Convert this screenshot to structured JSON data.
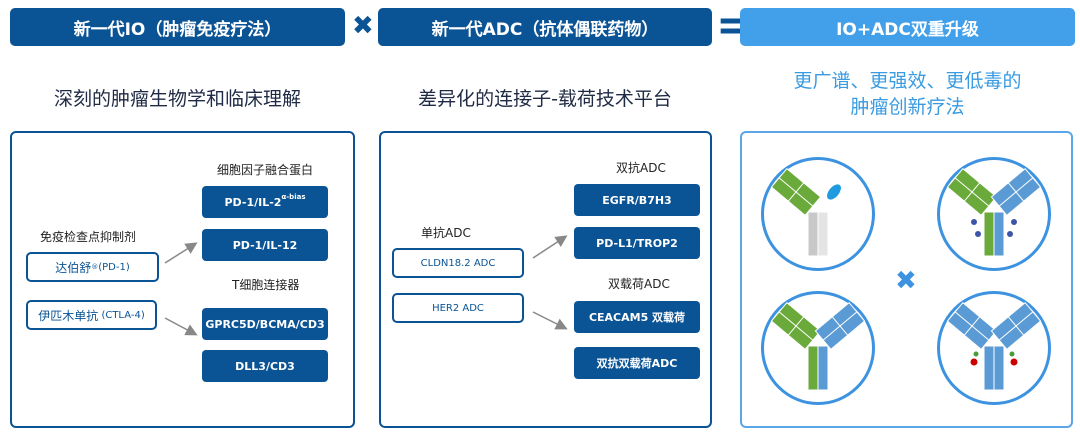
{
  "headers": {
    "io": "新一代IO（肿瘤免疫疗法）",
    "times_symbol": "✖",
    "adc": "新一代ADC（抗体偶联药物）",
    "equals_symbol": "=",
    "result": "IO+ADC双重升级"
  },
  "subtitles": {
    "io": "深刻的肿瘤生物学和临床理解",
    "adc": "差异化的连接子-载荷技术平台",
    "result_line1": "更广谱、更强效、更低毒的",
    "result_line2": "肿瘤创新疗法"
  },
  "io_panel": {
    "checkpoint_label": "免疫检查点抑制剂",
    "drugs": [
      {
        "name": "达伯舒",
        "sup": "®",
        "suffix": "(PD-1)"
      },
      {
        "name": "伊匹木单抗",
        "suffix": " (CTLA-4)"
      }
    ],
    "cytokine_label": "细胞因子融合蛋白",
    "cytokine_items": [
      {
        "name": "PD-1/IL-2",
        "sup": "α-bias"
      },
      {
        "name": "PD-1/IL-12"
      }
    ],
    "tce_label": "T细胞连接器",
    "tce_items": [
      "GPRC5D/BCMA/CD3",
      "DLL3/CD3"
    ]
  },
  "adc_panel": {
    "mono_label": "单抗ADC",
    "mono_items": [
      "CLDN18.2 ADC",
      "HER2 ADC"
    ],
    "bispecific_label": "双抗ADC",
    "bispecific_items": [
      "EGFR/B7H3",
      "PD-L1/TROP2"
    ],
    "dual_payload_label": "双载荷ADC",
    "dual_payload_items": [
      "CEACAM5 双载荷",
      "双抗双载荷ADC"
    ]
  },
  "result_panel": {
    "times_symbol": "✖",
    "icons": [
      "antibody-conjugate-icon",
      "bispecific-adc-icon",
      "bispecific-antibody-icon",
      "dual-payload-adc-icon"
    ]
  },
  "colors": {
    "dark_blue": "#0a5394",
    "light_blue": "#42a0ea",
    "green": "#6aaa3a",
    "blue": "#5b9bd5"
  }
}
